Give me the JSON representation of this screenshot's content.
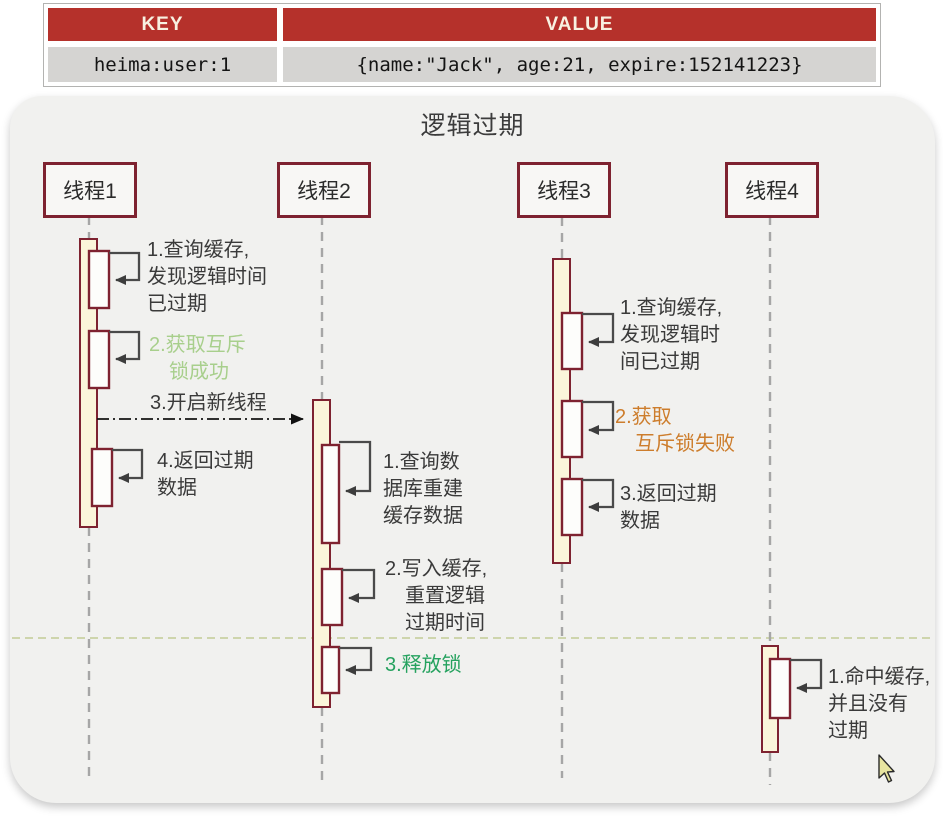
{
  "table": {
    "headers": [
      "KEY",
      "VALUE"
    ],
    "rows": [
      {
        "key": "heima:user:1",
        "value": "{name:\"Jack\", age:21, expire:152141223}"
      }
    ]
  },
  "diagram": {
    "title": "逻辑过期",
    "threads": [
      {
        "name": "线程1",
        "labels": [
          "1.查询缓存,\n发现逻辑时间\n已过期",
          "2.获取互斥\n　锁成功",
          "3.开启新线程",
          "4.返回过期\n数据"
        ]
      },
      {
        "name": "线程2",
        "labels": [
          "1.查询数\n据库重建\n缓存数据",
          "2.写入缓存,\n　重置逻辑\n　过期时间",
          "3.释放锁"
        ]
      },
      {
        "name": "线程3",
        "labels": [
          "1.查询缓存,\n发现逻辑时\n间已过期",
          "2.获取\n　互斥锁失败",
          "3.返回过期\n数据"
        ]
      },
      {
        "name": "线程4",
        "labels": [
          "1.命中缓存,\n并且没有\n过期"
        ]
      }
    ]
  },
  "colors": {
    "table_header_red": "#b5312b",
    "dark_red_border": "#7e2230",
    "activation_fill": "#fbf5da",
    "subcall_fill": "#fdfdfb",
    "lifeline_gray": "#a6a6a6",
    "arrow_gray": "#4a4a4a",
    "success_green_light": "#a8cf8c",
    "release_green": "#26a25f",
    "fail_orange": "#cd7d2c",
    "expire_split_green": "#c2cc96"
  },
  "icons": {
    "cursor": "mouse-pointer"
  }
}
